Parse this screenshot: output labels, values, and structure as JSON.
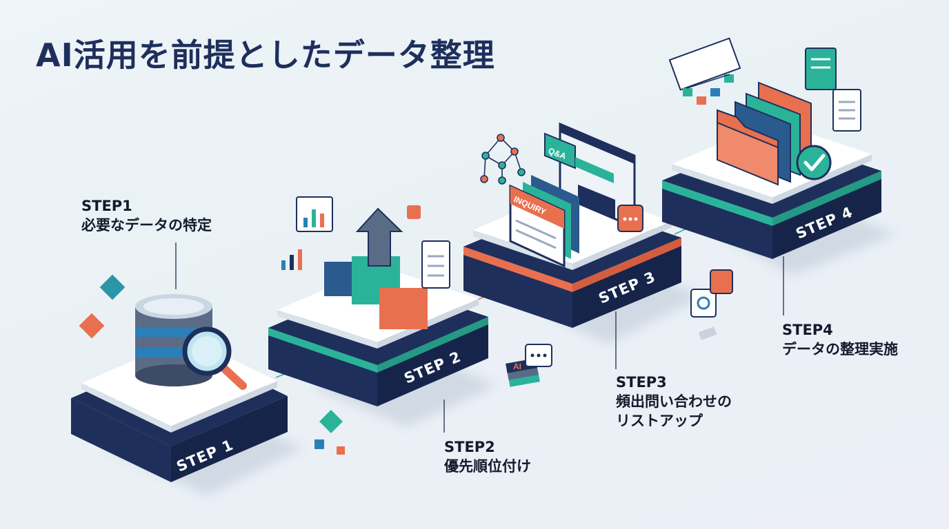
{
  "title": "AI活用を前提としたデータ整理",
  "steps": [
    {
      "id": "step-1",
      "plate_label": "STEP 1",
      "callout_number": "STEP1",
      "callout_text": "必要なデータの特定"
    },
    {
      "id": "step-2",
      "plate_label": "STEP 2",
      "callout_number": "STEP2",
      "callout_text": "優先順位付け"
    },
    {
      "id": "step-3",
      "plate_label": "STEP 3",
      "callout_number": "STEP3",
      "callout_text_lines": [
        "頻出問い合わせの",
        "リストアップ"
      ]
    },
    {
      "id": "step-4",
      "plate_label": "STEP 4",
      "callout_number": "STEP4",
      "callout_text": "データの整理実施"
    }
  ],
  "illustration_text": {
    "qa": "Q&A",
    "inquiry": "INQUIRY",
    "ai": "AI"
  },
  "colors": {
    "navy": "#1e2f5c",
    "teal": "#2bb39a",
    "coral": "#e9704f",
    "white": "#ffffff",
    "slate": "#5a6b86"
  },
  "icons": [
    "database-icon",
    "magnifier-icon",
    "bar-chart-icon",
    "arrow-up-icon",
    "network-icon",
    "qa-window-icon",
    "inquiry-card-icon",
    "chat-bubble-icon",
    "folder-icon",
    "checkmark-icon",
    "document-icon",
    "org-chart-icon"
  ]
}
